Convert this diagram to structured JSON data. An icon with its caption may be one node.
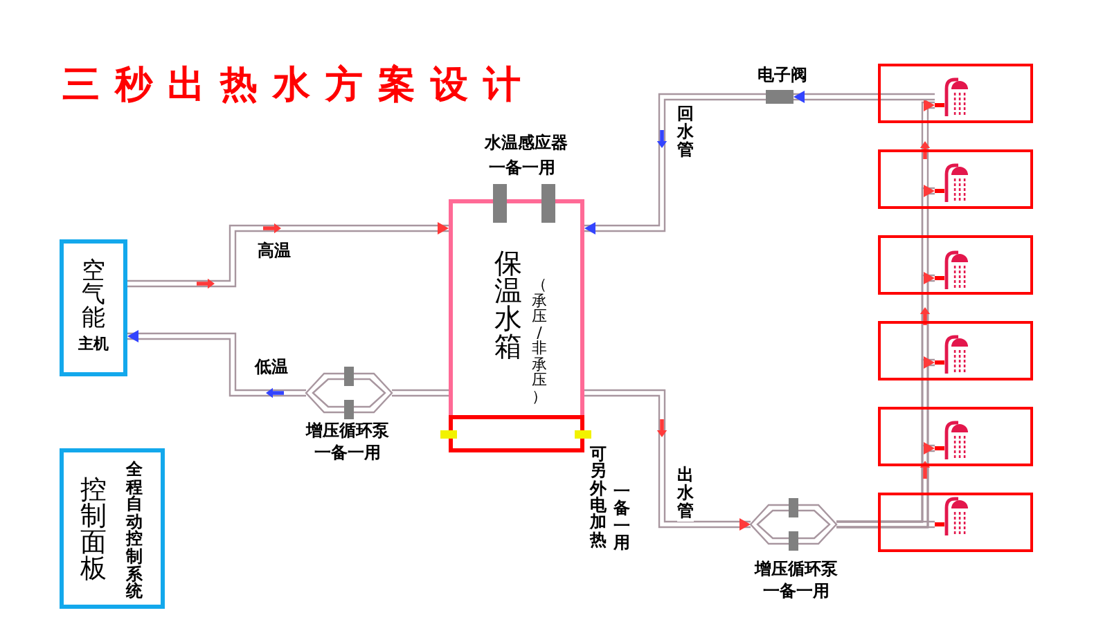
{
  "diagram": {
    "title": "三秒出热水方案设计",
    "nodes": [
      {
        "text": [
          "空气能",
          "主机"
        ]
      },
      {
        "text": [
          "保温水箱",
          "（承压/非承压）"
        ]
      },
      {
        "text": [],
        "shape": "box",
        "beside": [
          "可另外电加热",
          "一备一用"
        ]
      },
      {
        "text": [],
        "shape": "hexagon",
        "beside": [
          "增压循环泵",
          "一备一用"
        ]
      },
      {
        "text": [],
        "shape": "hexagon",
        "beside": [
          "增压循环泵",
          "一备一用"
        ]
      },
      {
        "text": [],
        "shape": "bar",
        "beside": [
          "电子阀"
        ]
      },
      {
        "text": [],
        "shape": "box"
      },
      {
        "text": [],
        "shape": "picture",
        "in": 6
      },
      {
        "text": [],
        "shape": "box"
      },
      {
        "text": [],
        "shape": "picture",
        "in": 8
      },
      {
        "text": [],
        "shape": "box"
      },
      {
        "text": [],
        "shape": "picture",
        "in": 10
      },
      {
        "text": [],
        "shape": "box"
      },
      {
        "text": [],
        "shape": "picture",
        "in": 12
      },
      {
        "text": [],
        "shape": "box"
      },
      {
        "text": [],
        "shape": "picture",
        "in": 14
      },
      {
        "text": [],
        "shape": "box"
      },
      {
        "text": [],
        "shape": "picture",
        "in": 16
      },
      {
        "text": [
          "控制面板",
          "全程自动控制系统"
        ]
      }
    ],
    "edges": [
      {
        "from": 0,
        "to": 1,
        "arrow": "to",
        "label": "高温"
      },
      {
        "from": 1,
        "to": 3,
        "arrow": "none"
      },
      {
        "from": 3,
        "to": 0,
        "arrow": "to",
        "label": "低温"
      },
      {
        "from": 1,
        "to": 4,
        "arrow": "to",
        "label": "出水管"
      },
      {
        "from": 4,
        "to": 7,
        "arrow": "to"
      },
      {
        "from": 4,
        "to": 9,
        "arrow": "to"
      },
      {
        "from": 4,
        "to": 11,
        "arrow": "to"
      },
      {
        "from": 4,
        "to": 13,
        "arrow": "to"
      },
      {
        "from": 4,
        "to": 15,
        "arrow": "to"
      },
      {
        "from": 4,
        "to": 17,
        "arrow": "none"
      },
      {
        "from": 7,
        "to": 5,
        "arrow": "to"
      },
      {
        "from": 5,
        "to": 1,
        "arrow": "to",
        "label": "回水管"
      }
    ],
    "labels": [
      "水温感应器",
      "一备一用"
    ]
  }
}
